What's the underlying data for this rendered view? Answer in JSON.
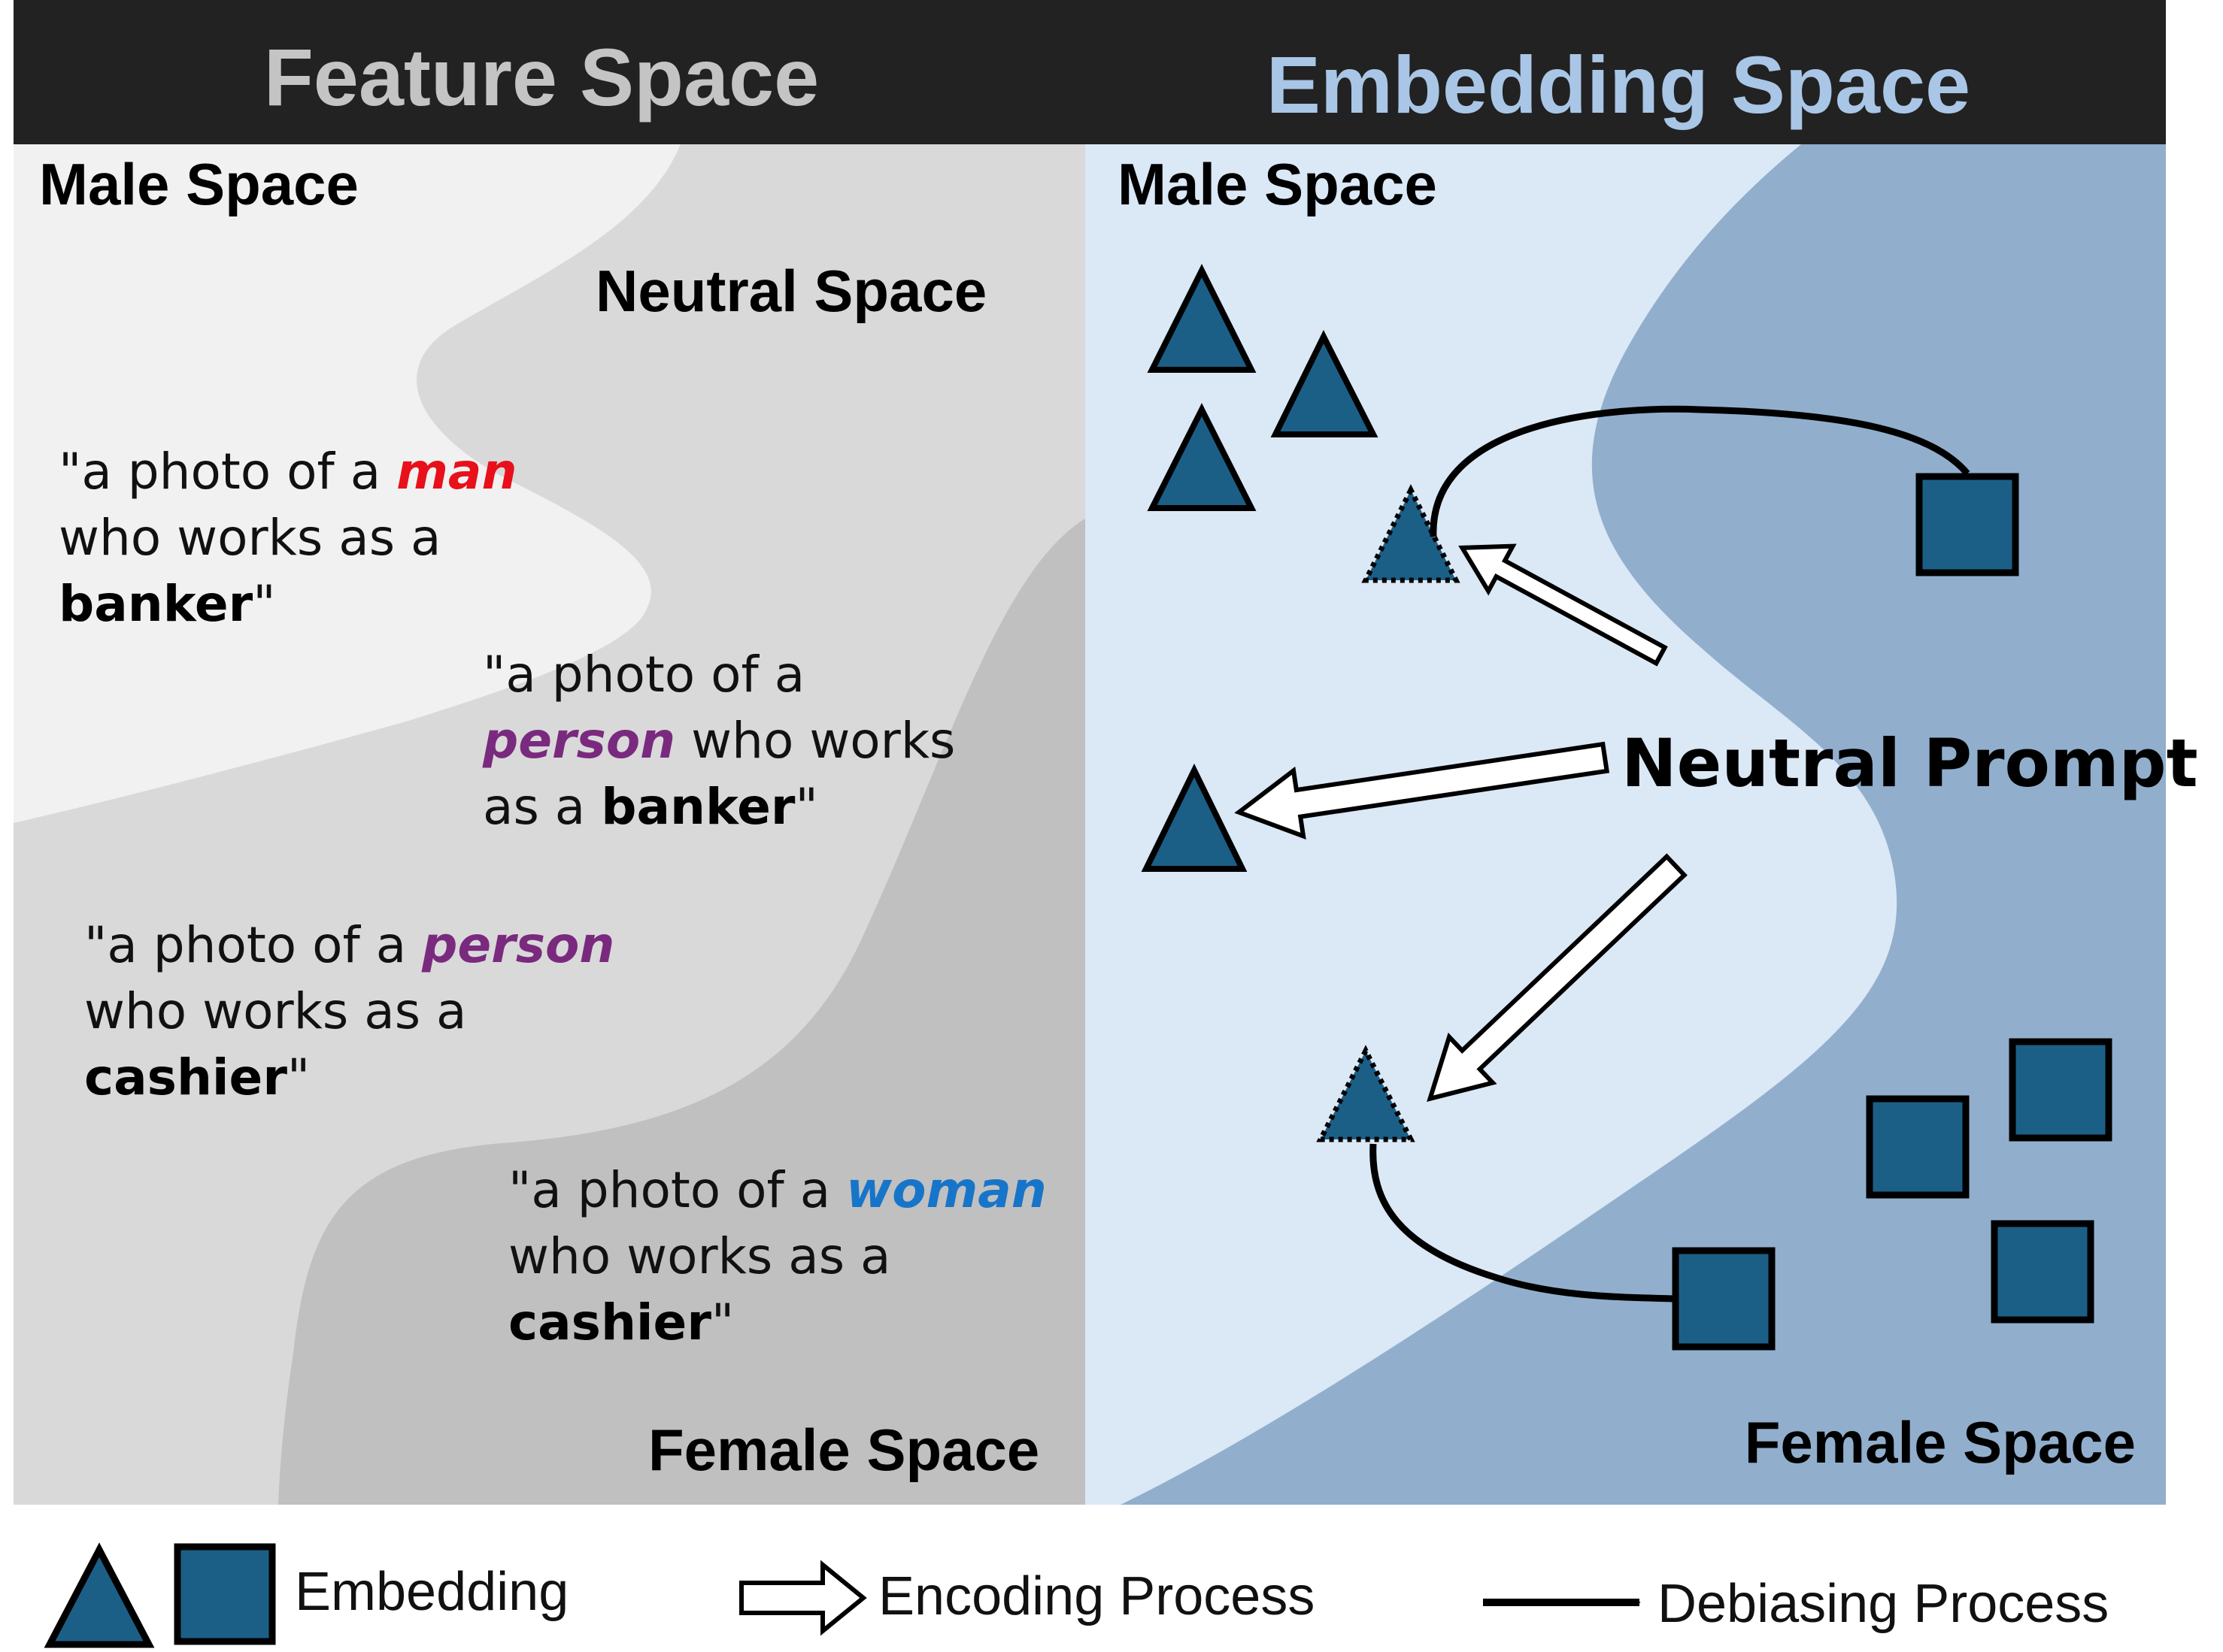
{
  "colors": {
    "header_bg": "#222222",
    "feature_title": "#c4c4c4",
    "embedding_title": "#a9c6e6",
    "male_feature": "#f1f1f1",
    "neutral_feature": "#d9d9d9",
    "female_feature": "#c0c0c0",
    "male_embedding": "#dbe8f6",
    "female_embedding": "#91afcd",
    "marker_fill": "#1b5f87",
    "word_man": "#e8101a",
    "word_person": "#7a2a7e",
    "word_woman": "#1775c9"
  },
  "header": {
    "left_title": "Feature Space",
    "right_title": "Embedding Space"
  },
  "feature_space": {
    "male_label": "Male Space",
    "neutral_label": "Neutral Space",
    "female_label": "Female Space",
    "prompts": [
      {
        "lines": [
          [
            {
              "t": "\"a photo of a ",
              "s": "plain"
            },
            {
              "t": "man",
              "s": "man"
            }
          ],
          [
            {
              "t": "who works as a",
              "s": "plain"
            }
          ],
          [
            {
              "t": "banker",
              "s": "bold"
            },
            {
              "t": "\"",
              "s": "plain"
            }
          ]
        ]
      },
      {
        "lines": [
          [
            {
              "t": "\"a photo of a",
              "s": "plain"
            }
          ],
          [
            {
              "t": "person",
              "s": "person"
            },
            {
              "t": " who works",
              "s": "plain"
            }
          ],
          [
            {
              "t": "as a ",
              "s": "plain"
            },
            {
              "t": "banker",
              "s": "bold"
            },
            {
              "t": "\"",
              "s": "plain"
            }
          ]
        ]
      },
      {
        "lines": [
          [
            {
              "t": "\"a photo of a ",
              "s": "plain"
            },
            {
              "t": "person",
              "s": "person"
            }
          ],
          [
            {
              "t": "who works as a",
              "s": "plain"
            }
          ],
          [
            {
              "t": "cashier",
              "s": "bold"
            },
            {
              "t": "\"",
              "s": "plain"
            }
          ]
        ]
      },
      {
        "lines": [
          [
            {
              "t": "\"a photo of a ",
              "s": "plain"
            },
            {
              "t": "woman",
              "s": "woman"
            }
          ],
          [
            {
              "t": "who works as a",
              "s": "plain"
            }
          ],
          [
            {
              "t": "cashier",
              "s": "bold"
            },
            {
              "t": "\"",
              "s": "plain"
            }
          ]
        ]
      }
    ]
  },
  "embedding_space": {
    "male_label": "Male Space",
    "female_label": "Female Space",
    "neutral_prompt_label": "Neutral Prompt"
  },
  "legend": {
    "embedding_label": "Embedding",
    "encoding_label": "Encoding Process",
    "debiasing_label": "Debiasing Process"
  }
}
